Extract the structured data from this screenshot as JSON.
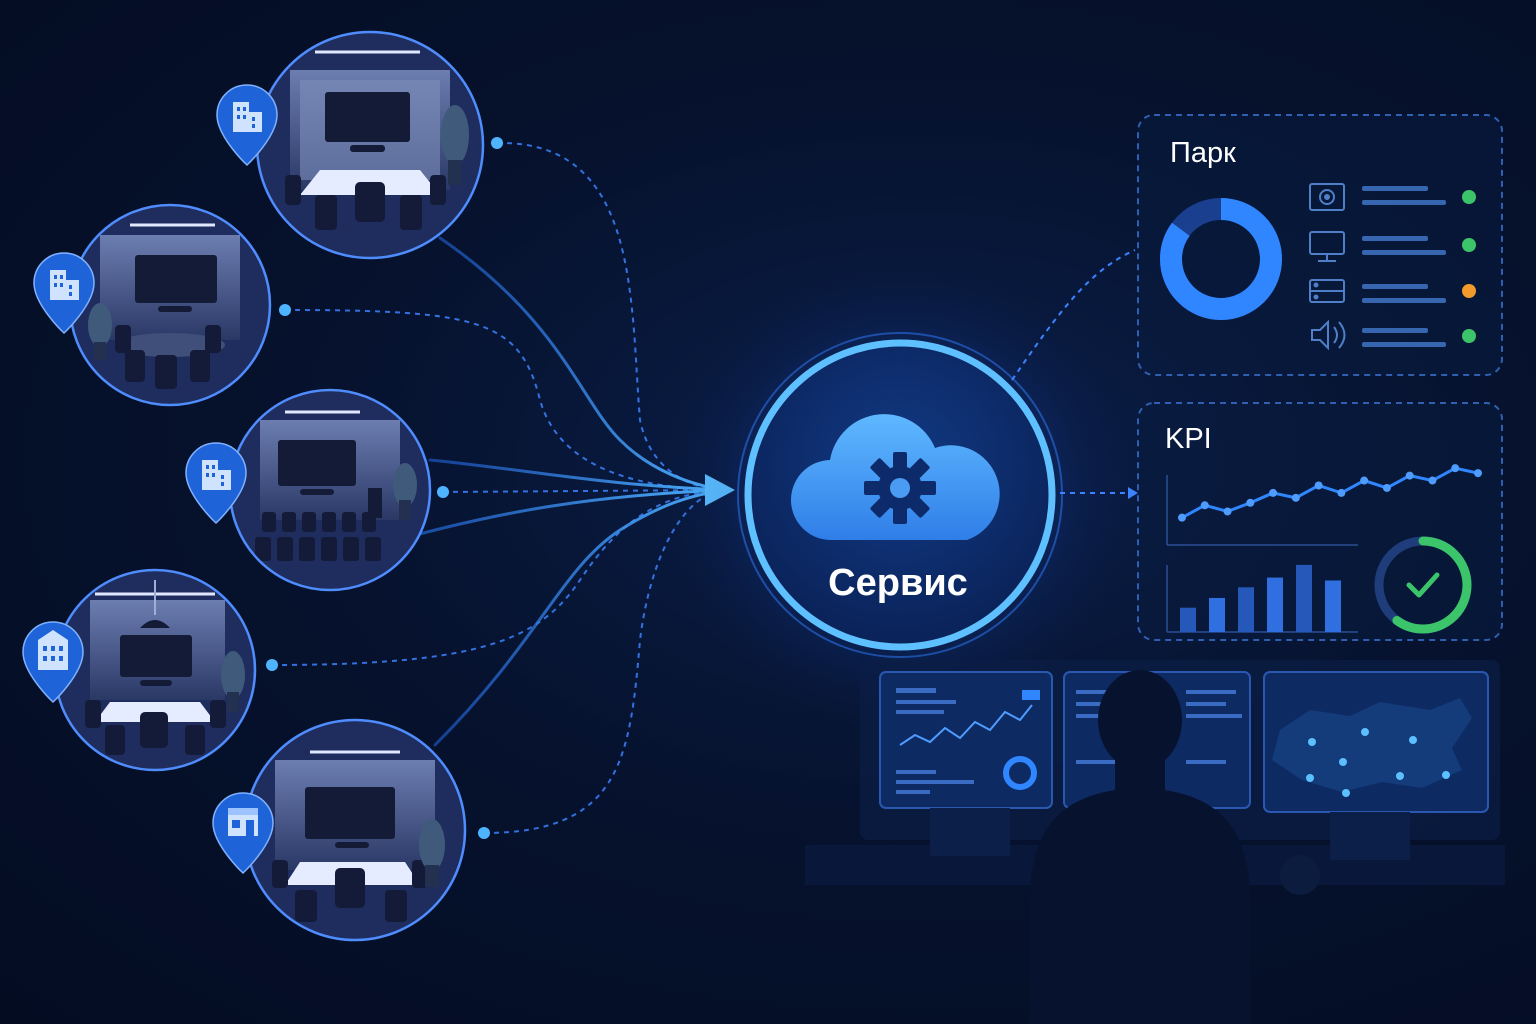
{
  "service": {
    "label": "Сервис",
    "icon": "cloud-gear-icon"
  },
  "rooms": [
    {
      "name": "room-1",
      "marker_icon": "office-building-icon"
    },
    {
      "name": "room-2",
      "marker_icon": "office-building-icon"
    },
    {
      "name": "room-3",
      "marker_icon": "office-building-icon"
    },
    {
      "name": "room-4",
      "marker_icon": "office-building-icon"
    },
    {
      "name": "room-5",
      "marker_icon": "store-front-icon"
    }
  ],
  "park_panel": {
    "title": "Парк",
    "donut_share": 0.85,
    "devices": [
      {
        "icon": "camera-icon",
        "status": "ok",
        "status_color": "#3cc46a"
      },
      {
        "icon": "monitor-icon",
        "status": "ok",
        "status_color": "#3cc46a"
      },
      {
        "icon": "server-icon",
        "status": "warning",
        "status_color": "#f29b2c"
      },
      {
        "icon": "speaker-icon",
        "status": "ok",
        "status_color": "#3cc46a"
      }
    ]
  },
  "kpi_panel": {
    "title": "KPI",
    "line_values": [
      3,
      4,
      3.5,
      4.2,
      5,
      4.6,
      5.6,
      5,
      6,
      5.4,
      6.4,
      6,
      7,
      6.6
    ],
    "bar_values": [
      2.5,
      3.5,
      4.6,
      5.6,
      6.9,
      5.3
    ],
    "gauge_share": 0.6,
    "gauge_icon": "checkmark-icon"
  },
  "operator": {
    "icon": "operator-silhouette-icon",
    "screens": [
      "analytics-screen",
      "report-screen",
      "map-screen"
    ]
  },
  "colors": {
    "background": "#06122e",
    "accent": "#2f86ff",
    "accent_light": "#4fb4ff",
    "ok": "#3cc46a",
    "warning": "#f29b2c"
  }
}
